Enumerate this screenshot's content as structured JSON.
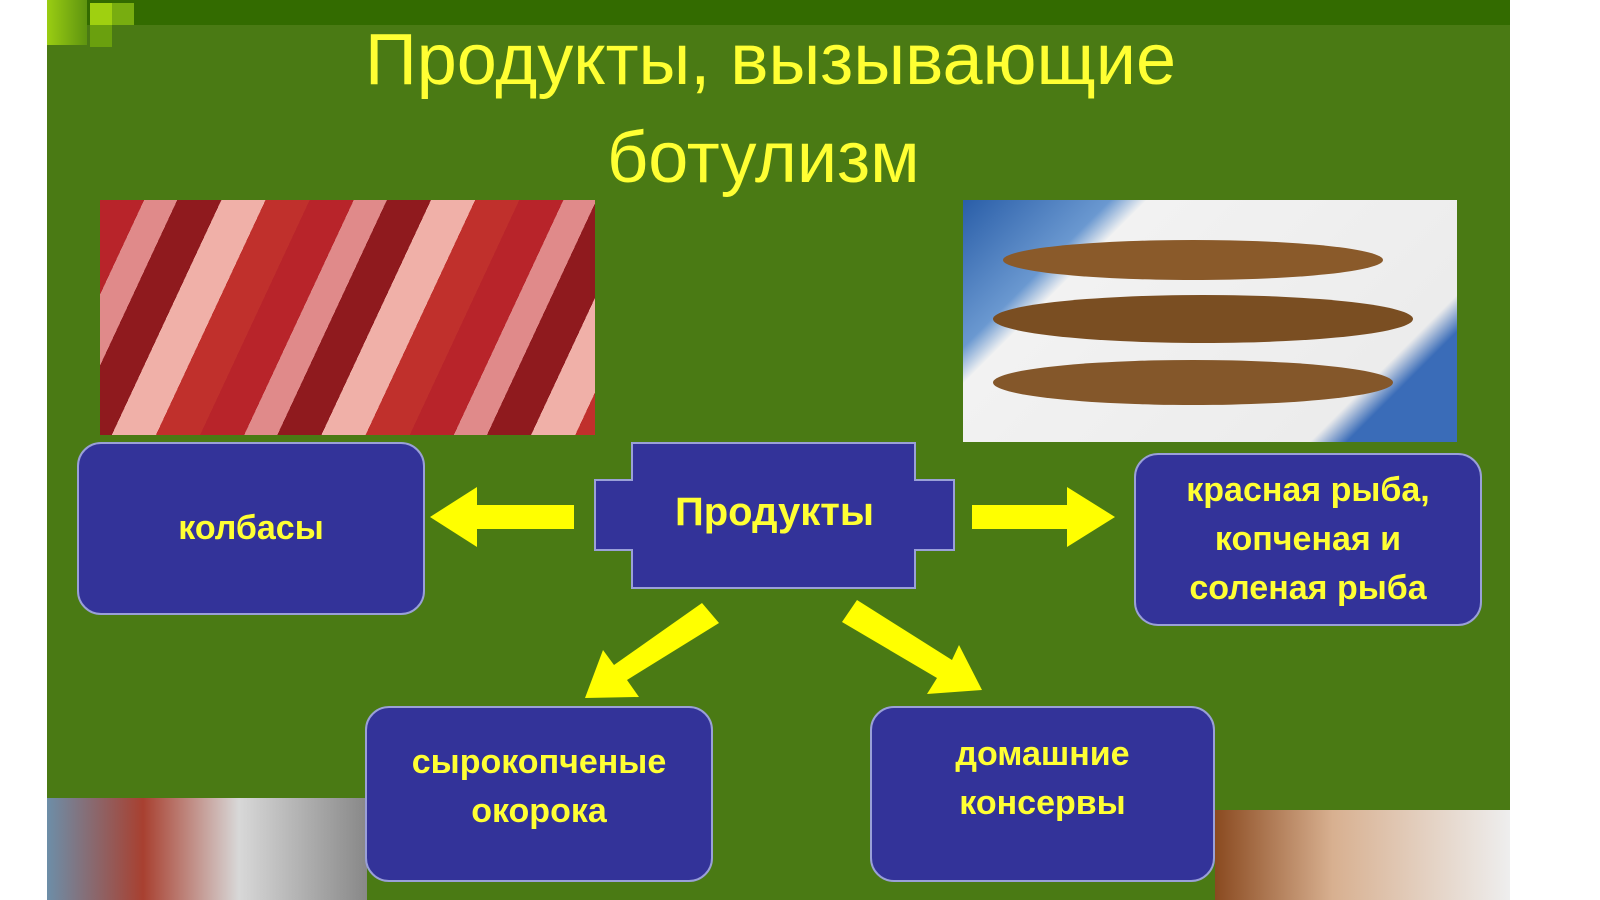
{
  "title": {
    "line1": "Продукты, вызывающие",
    "line2": "ботулизм"
  },
  "center_label": "Продукты",
  "boxes": {
    "sausages": "колбасы",
    "fish": "красная рыба, копченая и соленая рыба",
    "ham": "сырокопченые окорока",
    "canned": "домашние консервы"
  },
  "colors": {
    "background": "#4a7a14",
    "box": "#333399",
    "text": "#ffff33",
    "arrow": "#ffff00"
  }
}
